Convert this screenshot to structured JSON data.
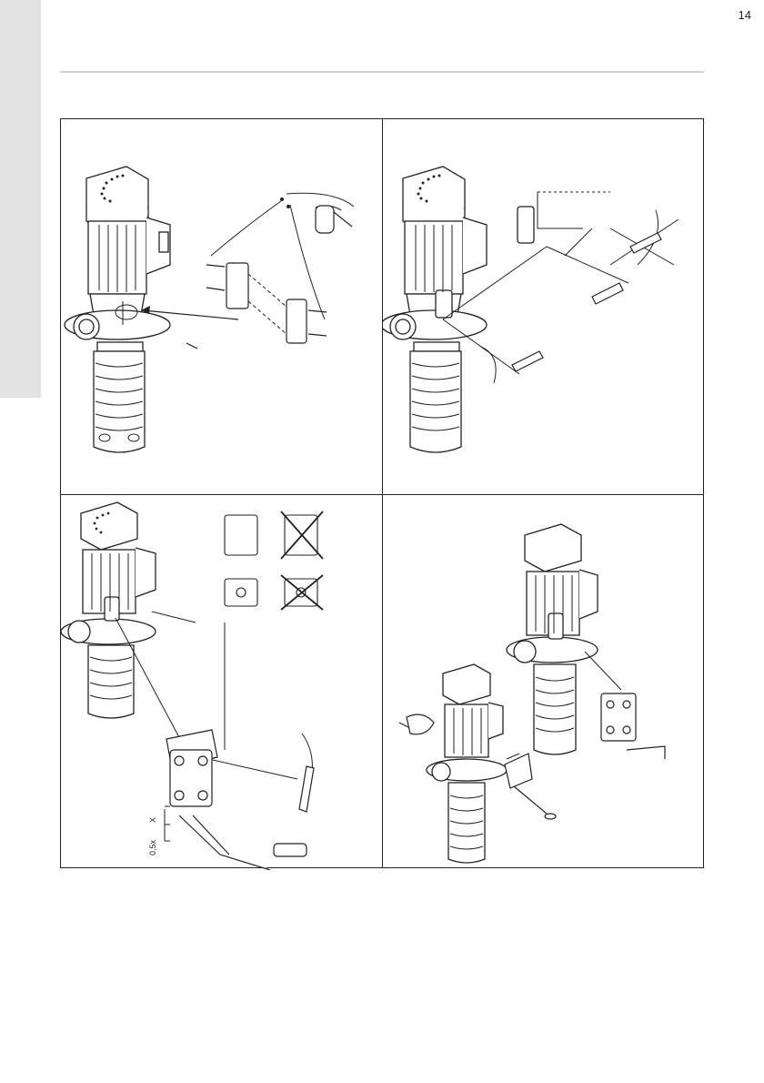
{
  "page": {
    "number": "14"
  },
  "figures": {
    "fig3": {
      "label_x": "X",
      "label_half": "0,5x"
    }
  }
}
